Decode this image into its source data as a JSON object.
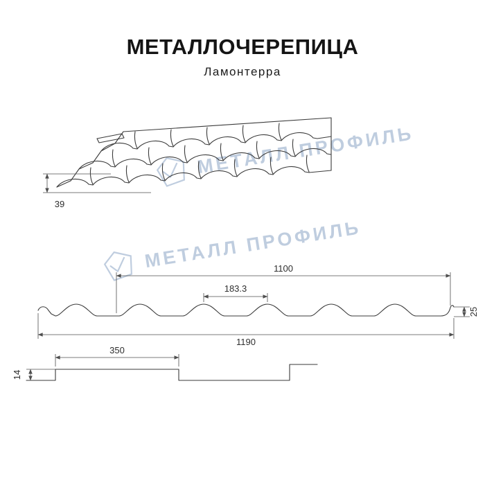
{
  "header": {
    "title": "МЕТАЛЛОЧЕРЕПИЦА",
    "subtitle": "Ламонтерра"
  },
  "watermark": {
    "text": "МЕТАЛЛ ПРОФИЛЬ"
  },
  "perspective_view": {
    "step_height": "39"
  },
  "cross_section": {
    "cover_width": "1100",
    "wave_pitch": "183.3",
    "profile_height": "25",
    "full_width": "1190"
  },
  "step_profile": {
    "step_length": "350",
    "step_height": "14"
  },
  "colors": {
    "line": "#3a3a3a",
    "dimension": "#4f4f4f",
    "watermark": "#98aecb",
    "background": "#ffffff"
  }
}
